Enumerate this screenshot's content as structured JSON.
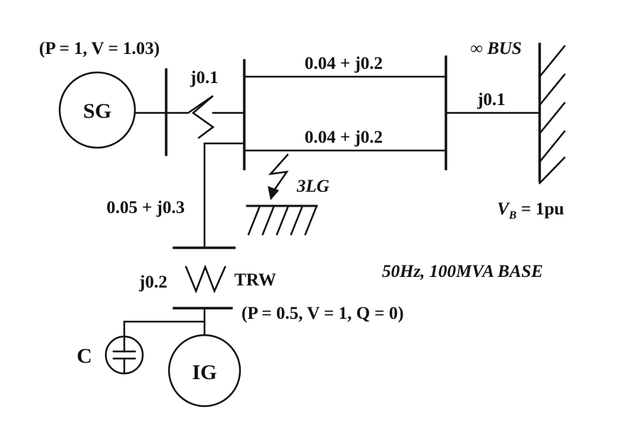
{
  "diagram": {
    "sg": {
      "label": "SG",
      "spec": "(P = 1, V = 1.03)"
    },
    "sg_transformer": {
      "label": "j0.1"
    },
    "line_upper": {
      "label": "0.04 + j0.2"
    },
    "line_lower": {
      "label": "0.04 + j0.2"
    },
    "infinite_bus": {
      "label": "∞ BUS",
      "link_label": "j0.1",
      "voltage_label": "V",
      "voltage_subscript": "B",
      "voltage_value": " = 1pu"
    },
    "fault": {
      "label": "3LG"
    },
    "feeder": {
      "label": "0.05 + j0.3"
    },
    "trw": {
      "label": "TRW",
      "impedance": "j0.2"
    },
    "ig": {
      "label": "IG",
      "spec": "(P = 0.5,  V = 1,  Q = 0)"
    },
    "capacitor": {
      "label": "C"
    },
    "base": {
      "label": "50Hz, 100MVA BASE"
    }
  }
}
